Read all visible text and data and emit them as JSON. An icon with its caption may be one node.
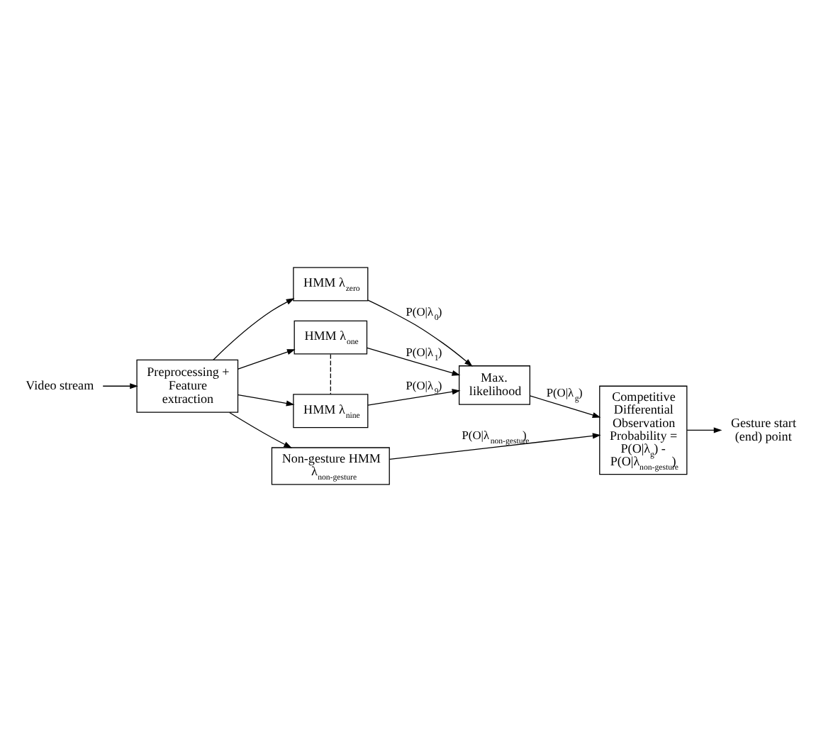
{
  "diagram": {
    "nodes": [
      {
        "text": [
          "Preprocessing + Feature extraction"
        ]
      },
      {
        "text": [
          "Video stream"
        ]
      },
      {
        "text": [
          "HMM λ$_{zero}$"
        ]
      },
      {
        "text": [
          "HMM λ$_{one}$"
        ]
      },
      {
        "text": [
          "HMM λ$_{nine}$"
        ]
      },
      {
        "text": [
          "Max. likelihood"
        ]
      },
      {
        "text": [
          "Competitive Differential Observation Probability = P(O|λ$_{g}$) - P(O|λ$_{non-gesture}$)"
        ]
      },
      {
        "text": [
          "Non-gesture HMM λ$_{non-gesture}$"
        ]
      },
      {
        "text": [
          "Gesture start (end) point"
        ]
      }
    ],
    "edges": [
      {
        "from": 1,
        "to": 0,
        "arrow": "to"
      },
      {
        "from": 0,
        "to": 2,
        "arrow": "to"
      },
      {
        "from": 0,
        "to": 3,
        "arrow": "to"
      },
      {
        "from": 0,
        "to": 4,
        "arrow": "to"
      },
      {
        "from": 0,
        "to": 7,
        "arrow": "to"
      },
      {
        "from": 3,
        "to": 4,
        "arrow": "none",
        "style": "dashed"
      },
      {
        "from": 2,
        "to": 5,
        "arrow": "to",
        "label": "P(O|λ$_{0}$)"
      },
      {
        "from": 3,
        "to": 5,
        "arrow": "to",
        "label": "P(O|λ$_{1}$)"
      },
      {
        "from": 4,
        "to": 5,
        "arrow": "to",
        "label": "P(O|λ$_{9}$)"
      },
      {
        "from": 5,
        "to": 6,
        "arrow": "to",
        "label": "P(O|λ$_{g}$)"
      },
      {
        "from": 7,
        "to": 6,
        "arrow": "to",
        "label": "P(O|λ$_{non-gesture}$)"
      },
      {
        "from": 6,
        "to": 8,
        "arrow": "to"
      }
    ]
  }
}
